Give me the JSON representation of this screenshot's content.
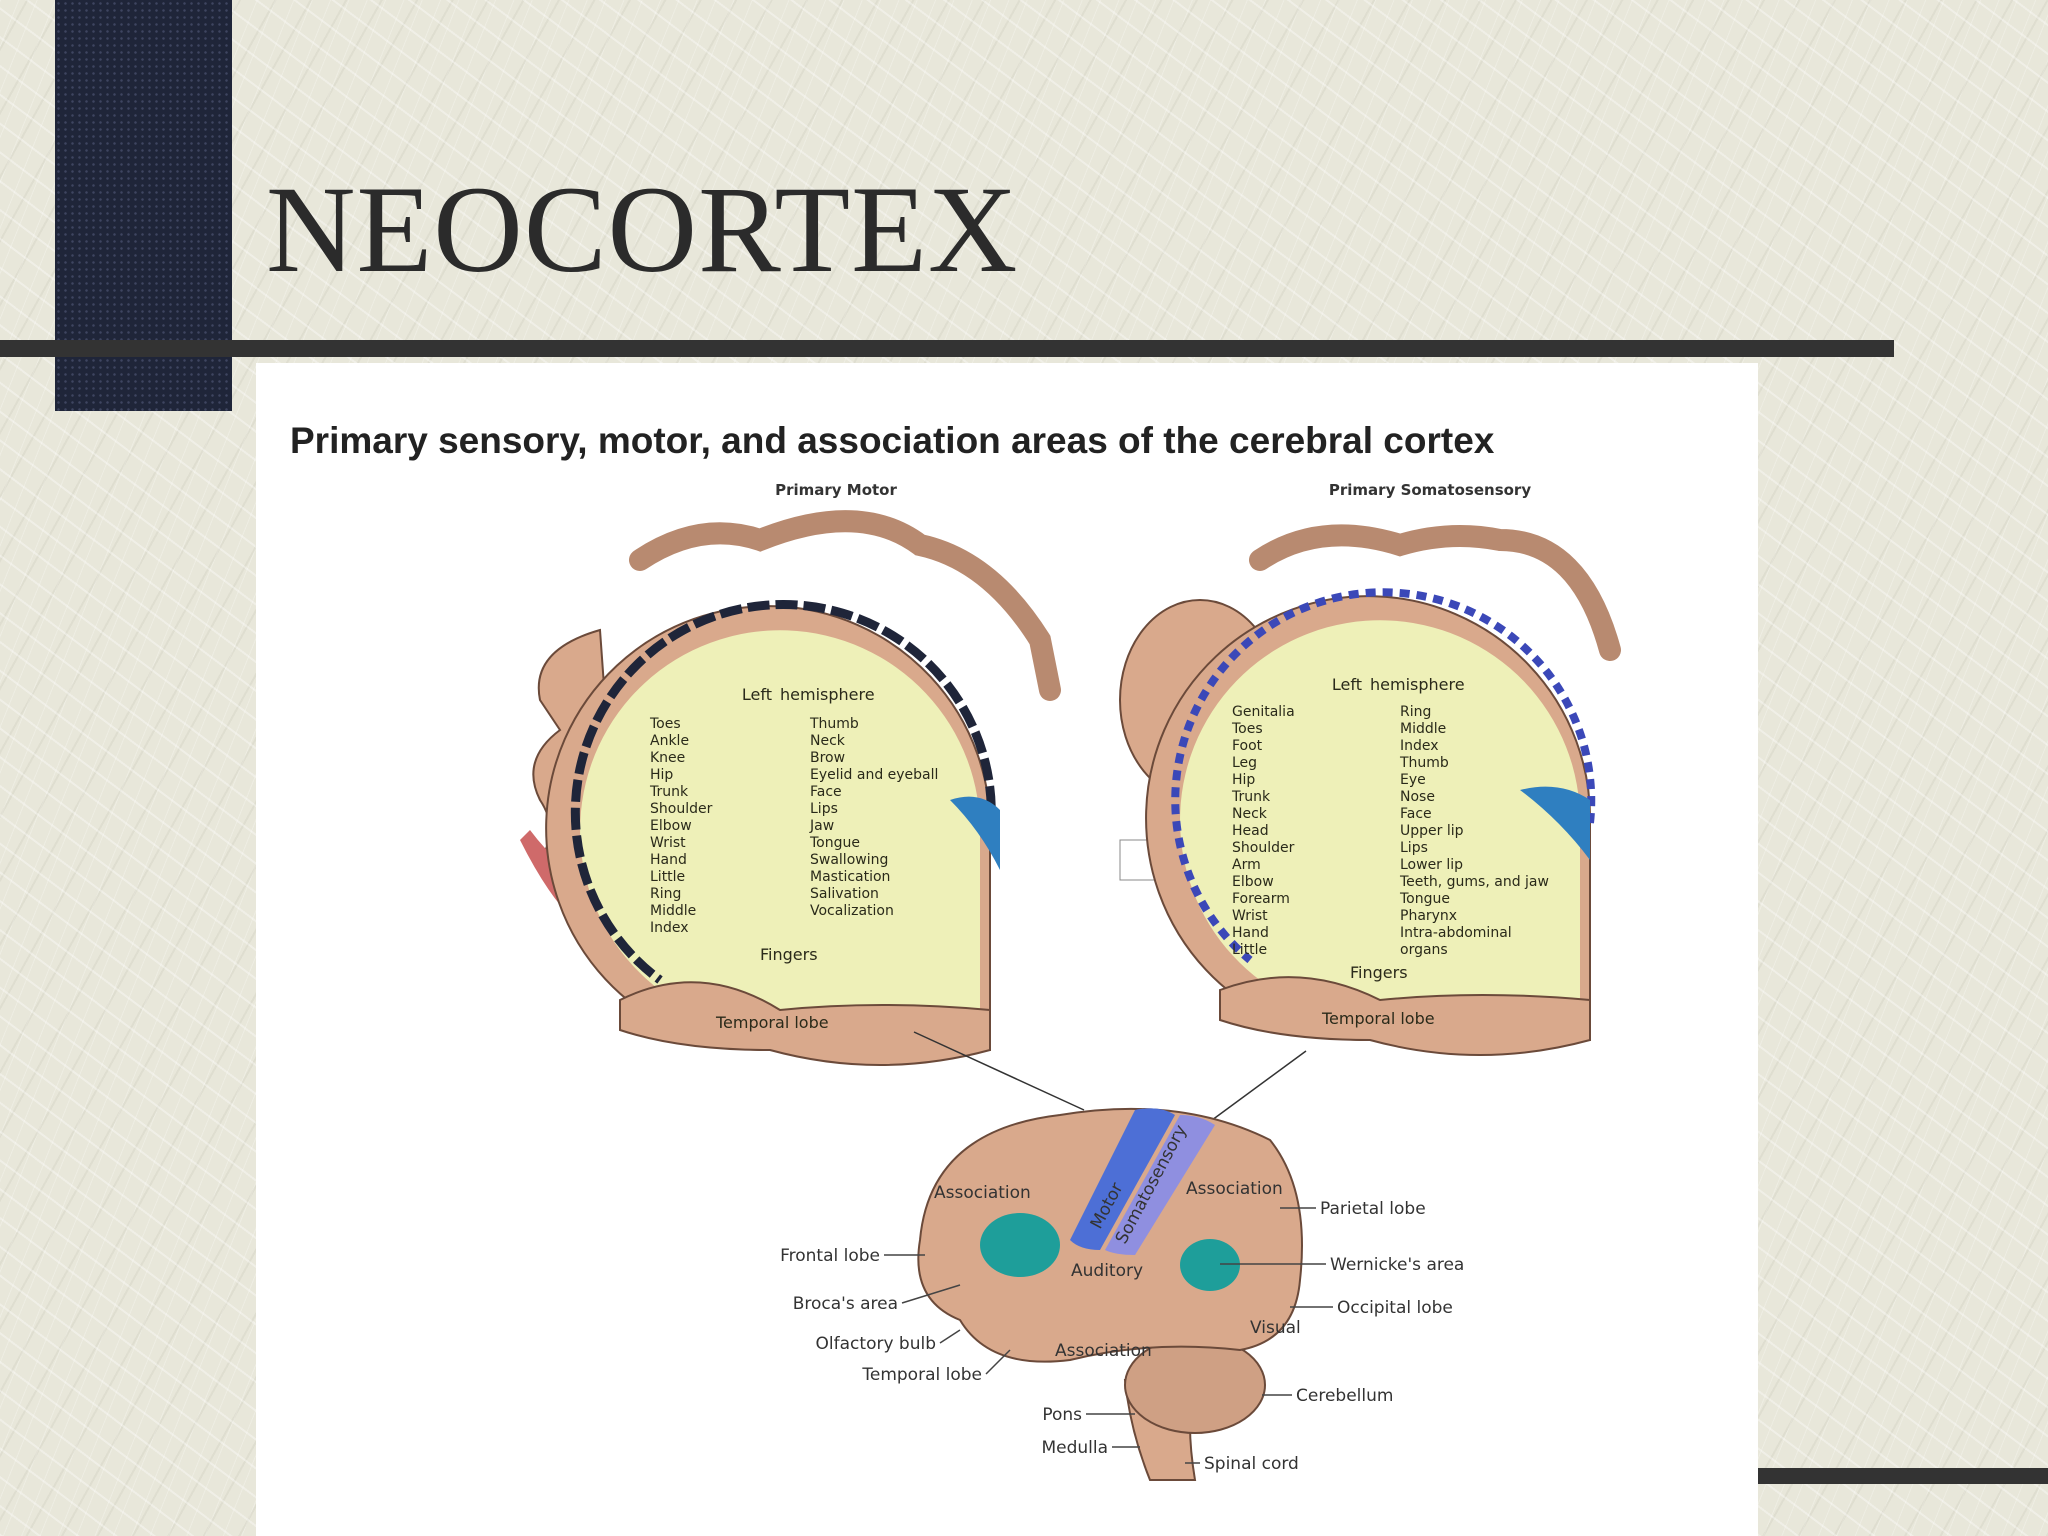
{
  "slide": {
    "title": "NEOCORTEX",
    "figure_title": "Primary sensory, motor, and association areas of the cerebral cortex"
  },
  "colors": {
    "background": "#e8e7da",
    "accent_bar": "#1f2539",
    "rule": "#333333",
    "cortex_fill": "#eef0b8",
    "skin": "#d9a98c",
    "motor_strip": "#4d6fd6",
    "somatosensory_strip": "#8f8fe0",
    "language_areas": "#1e9e9a"
  },
  "motor_panel": {
    "heading": "Primary Motor",
    "labels": [
      "Toes",
      "Ankle",
      "Knee",
      "Hip",
      "Trunk",
      "Shoulder",
      "Elbow",
      "Wrist",
      "Hand",
      "Little",
      "Ring",
      "Middle",
      "Index",
      "Thumb",
      "Neck",
      "Brow",
      "Eyelid and eyeball",
      "Face",
      "Lips",
      "Jaw",
      "Tongue",
      "Swallowing",
      "Mastication",
      "Salivation",
      "Vocalization"
    ],
    "fingers": "Fingers",
    "hemisphere": [
      "Left",
      "hemisphere"
    ],
    "temporal": "Temporal lobe"
  },
  "sensory_panel": {
    "heading": "Primary Somatosensory",
    "labels": [
      "Genitalia",
      "Toes",
      "Foot",
      "Leg",
      "Hip",
      "Trunk",
      "Neck",
      "Head",
      "Shoulder",
      "Arm",
      "Elbow",
      "Forearm",
      "Wrist",
      "Hand",
      "Little",
      "Ring",
      "Middle",
      "Index",
      "Thumb",
      "Eye",
      "Nose",
      "Face",
      "Upper lip",
      "Lips",
      "Lower lip",
      "Teeth, gums, and jaw",
      "Tongue",
      "Pharynx",
      "Intra-abdominal",
      "organs"
    ],
    "fingers": "Fingers",
    "hemisphere": [
      "Left",
      "hemisphere"
    ],
    "temporal": "Temporal lobe"
  },
  "brain": {
    "frontal_lobe": "Frontal lobe",
    "brocas_area": "Broca's area",
    "olfactory_bulb": "Olfactory bulb",
    "temporal_lobe": "Temporal lobe",
    "pons": "Pons",
    "medulla": "Medulla",
    "parietal_lobe": "Parietal lobe",
    "wernickes_area": "Wernicke's area",
    "occipital_lobe": "Occipital lobe",
    "cerebellum": "Cerebellum",
    "spinal_cord": "Spinal cord",
    "association": "Association",
    "motor": "Motor",
    "somatosensory": "Somatosensory",
    "auditory": "Auditory",
    "visual": "Visual"
  }
}
